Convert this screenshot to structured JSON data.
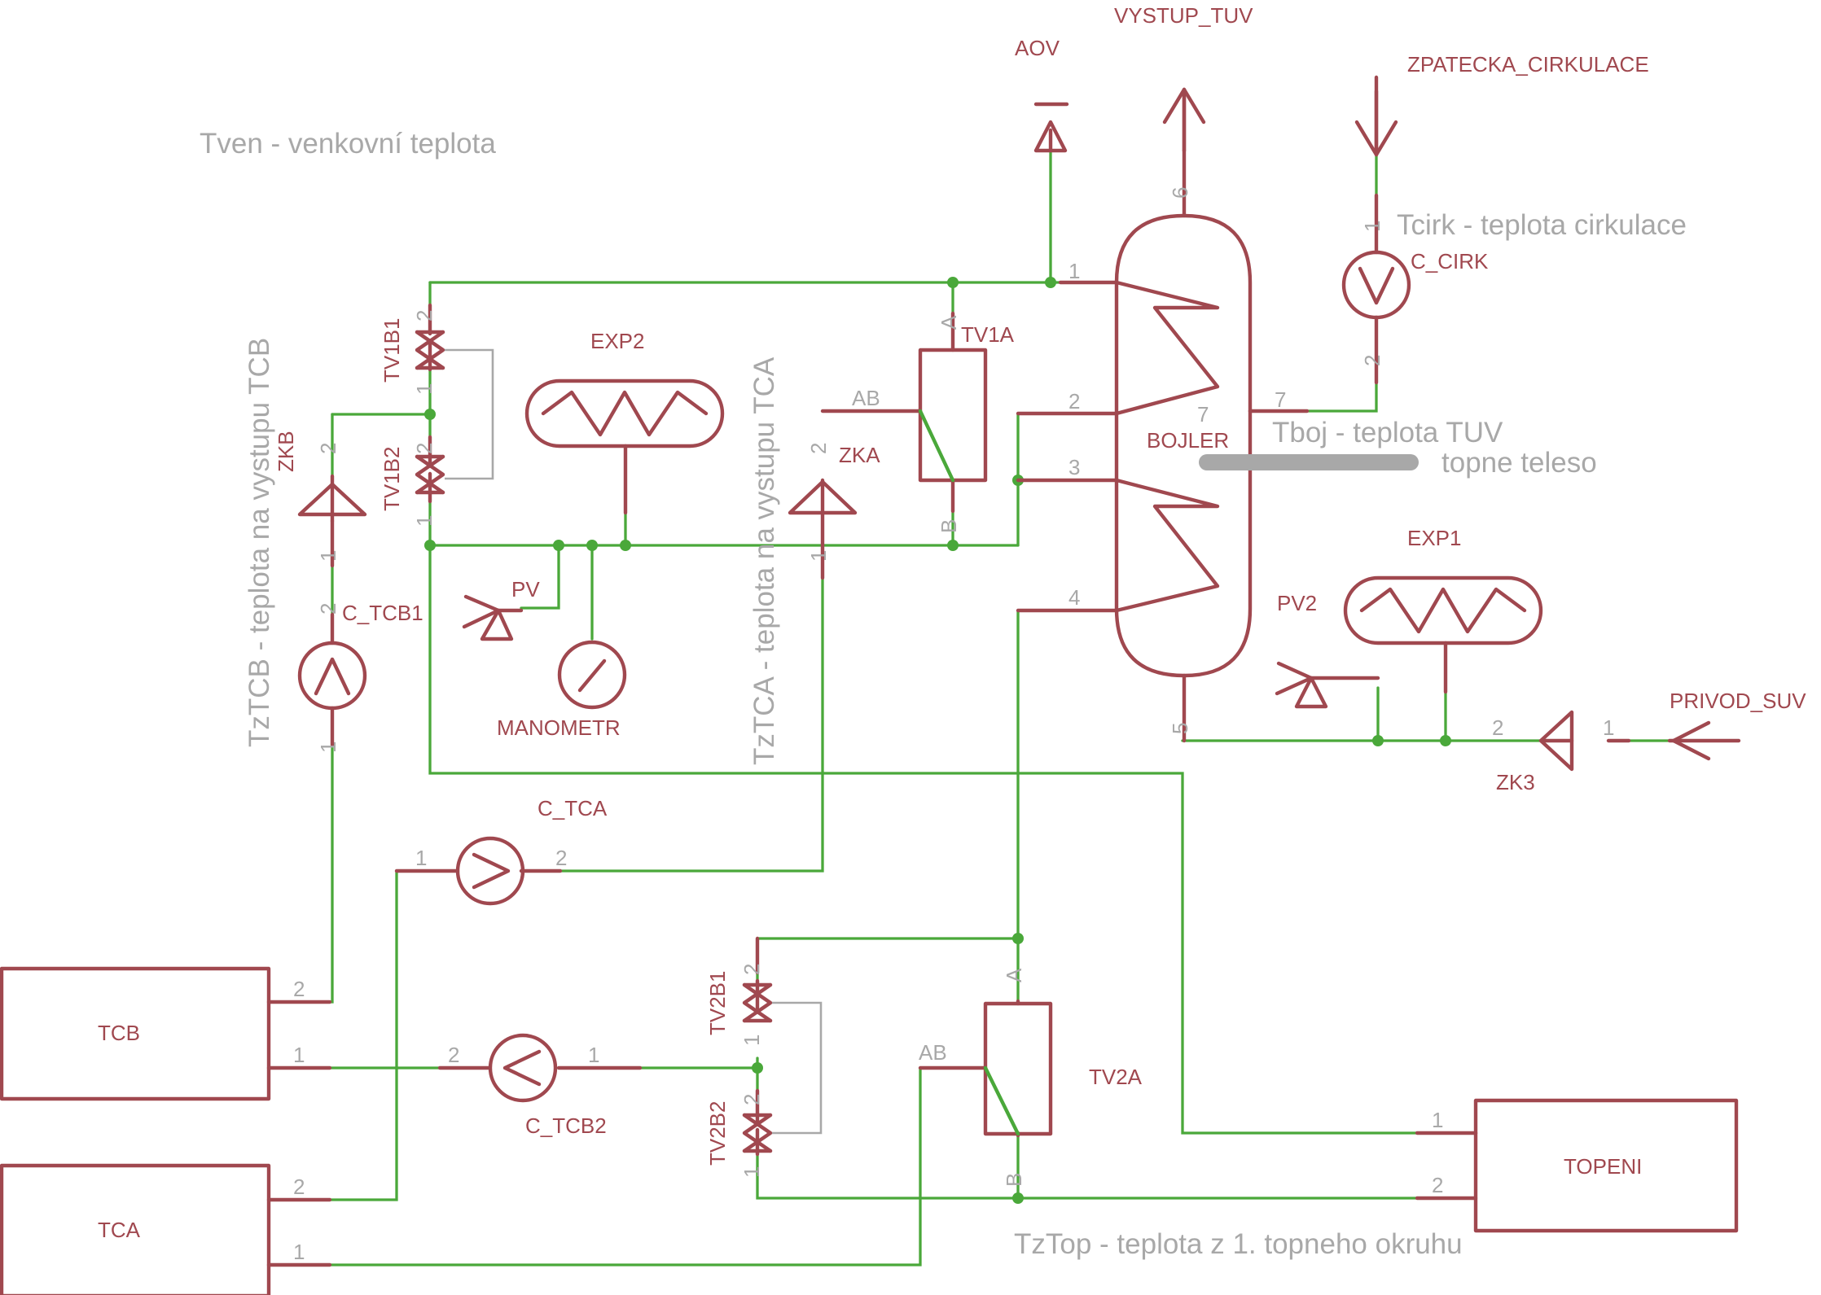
{
  "notes": {
    "tven": "Tven - venkovní teplota",
    "tztcb": "TzTCB - teplota na vystupu TCB",
    "tztca": "TzTCA - teplota na vystupu TCA",
    "tcirk": "Tcirk - teplota cirkulace",
    "tboj": "Tboj - teplota TUV",
    "topne": "topne teleso",
    "tztop": "TzTop - teplota z 1. topneho okruhu"
  },
  "labels": {
    "aov": "AOV",
    "vystup_tuv": "VYSTUP_TUV",
    "zpatecka": "ZPATECKA_CIRKULACE",
    "c_cirk": "C_CIRK",
    "bojler": "BOJLER",
    "exp1": "EXP1",
    "exp2": "EXP2",
    "pv": "PV",
    "pv2": "PV2",
    "manometr": "MANOMETR",
    "zkb": "ZKB",
    "zka": "ZKA",
    "zk3": "ZK3",
    "tv1a": "TV1A",
    "tv2a": "TV2A",
    "tv1b1": "TV1B1",
    "tv1b2": "TV1B2",
    "tv2b1": "TV2B1",
    "tv2b2": "TV2B2",
    "c_tcb1": "C_TCB1",
    "c_tca": "C_TCA",
    "c_tcb2": "C_TCB2",
    "tcb": "TCB",
    "tca": "TCA",
    "topeni": "TOPENI",
    "privod_suv": "PRIVOD_SUV"
  },
  "pins": {
    "one": "1",
    "two": "2",
    "three": "3",
    "four": "4",
    "five": "5",
    "six": "6",
    "seven": "7",
    "a": "A",
    "b": "B",
    "ab": "AB"
  },
  "colors": {
    "part": "#a0484f",
    "wire": "#4aa83a",
    "annotation": "#a8a8a8"
  }
}
